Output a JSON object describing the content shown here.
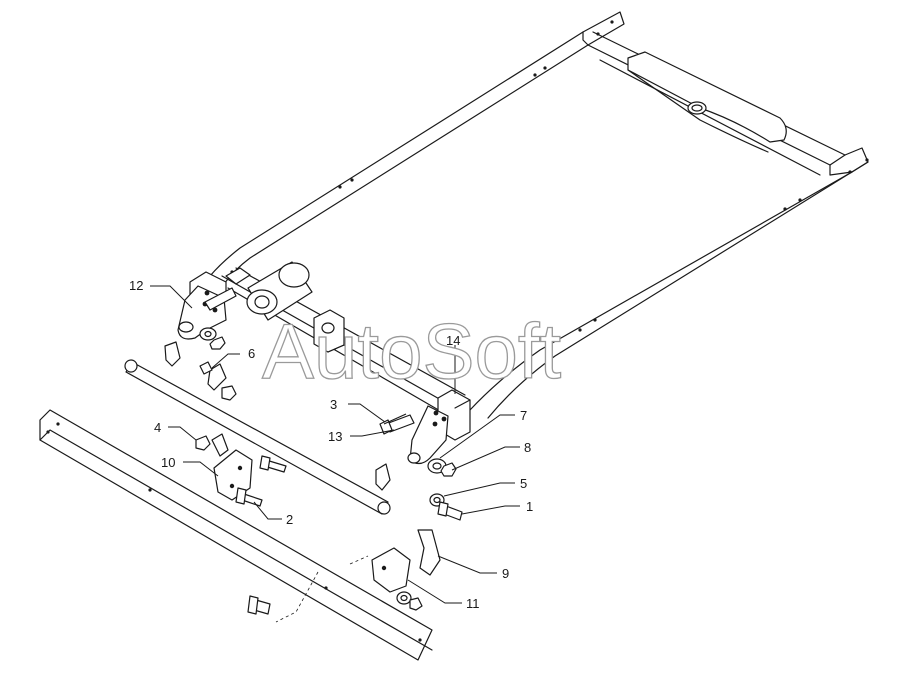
{
  "watermark": "AutoSoft",
  "callouts": [
    {
      "id": "c12",
      "label": "12"
    },
    {
      "id": "c6",
      "label": "6"
    },
    {
      "id": "c14",
      "label": "14"
    },
    {
      "id": "c3",
      "label": "3"
    },
    {
      "id": "c13",
      "label": "13"
    },
    {
      "id": "c4",
      "label": "4"
    },
    {
      "id": "c10",
      "label": "10"
    },
    {
      "id": "c2",
      "label": "2"
    },
    {
      "id": "c7",
      "label": "7"
    },
    {
      "id": "c8",
      "label": "8"
    },
    {
      "id": "c5",
      "label": "5"
    },
    {
      "id": "c1",
      "label": "1"
    },
    {
      "id": "c9",
      "label": "9"
    },
    {
      "id": "c11",
      "label": "11"
    }
  ]
}
